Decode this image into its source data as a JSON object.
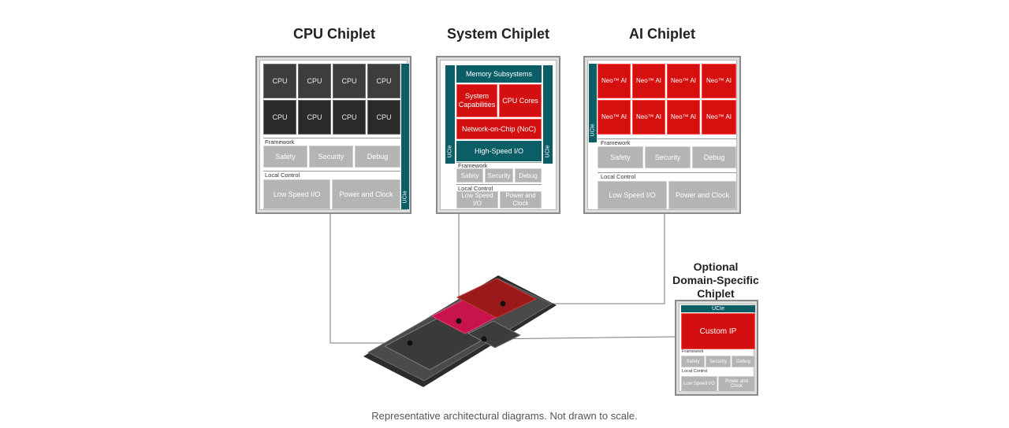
{
  "titles": {
    "cpu": "CPU Chiplet",
    "system": "System Chiplet",
    "ai": "AI Chiplet",
    "optional_line1": "Optional",
    "optional_line2": "Domain-Specific",
    "optional_line3": "Chiplet"
  },
  "cpu_chiplet": {
    "cores": [
      "CPU",
      "CPU",
      "CPU",
      "CPU",
      "CPU",
      "CPU",
      "CPU",
      "CPU"
    ],
    "framework_label": "Framework",
    "framework": [
      "Safety",
      "Security",
      "Debug"
    ],
    "local_control_label": "Local Control",
    "local_control": [
      "Low Speed I/O",
      "Power and Clock"
    ],
    "ucie": "UCIe"
  },
  "system_chiplet": {
    "memory": "Memory Subsystems",
    "system_capabilities": "System Capabilities",
    "cpu_cores": "CPU Cores",
    "noc": "Network-on-Chip (NoC)",
    "high_speed_io": "High-Speed I/O",
    "framework_label": "Framework",
    "framework": [
      "Safety",
      "Security",
      "Debug"
    ],
    "local_control_label": "Local Control",
    "local_control": [
      "Low Speed I/O",
      "Power and Clock"
    ],
    "ucie_left": "UCIe",
    "ucie_right": "UCIe"
  },
  "ai_chiplet": {
    "cores": [
      "Neo™ AI",
      "Neo™ AI",
      "Neo™ AI",
      "Neo™ AI",
      "Neo™ AI",
      "Neo™ AI",
      "Neo™ AI",
      "Neo™ AI"
    ],
    "framework_label": "Framework",
    "framework": [
      "Safety",
      "Security",
      "Debug"
    ],
    "local_control_label": "Local Control",
    "local_control": [
      "Low Speed I/O",
      "Power and Clock"
    ],
    "ucie": "UCIe"
  },
  "optional_chiplet": {
    "ucie": "UCIe",
    "custom_ip": "Custom IP",
    "framework_label": "Framework",
    "framework": [
      "Safety",
      "Security",
      "Debug"
    ],
    "local_control_label": "Local Control",
    "local_control": [
      "Low Speed I/O",
      "Power and Clock"
    ]
  },
  "caption": "Representative architectural diagrams. Not drawn to scale.",
  "colors": {
    "teal": "#0c5e66",
    "red": "#d40f0f",
    "cpu_dark": "#2a2a2a",
    "gray_block": "#b4b4b4"
  }
}
